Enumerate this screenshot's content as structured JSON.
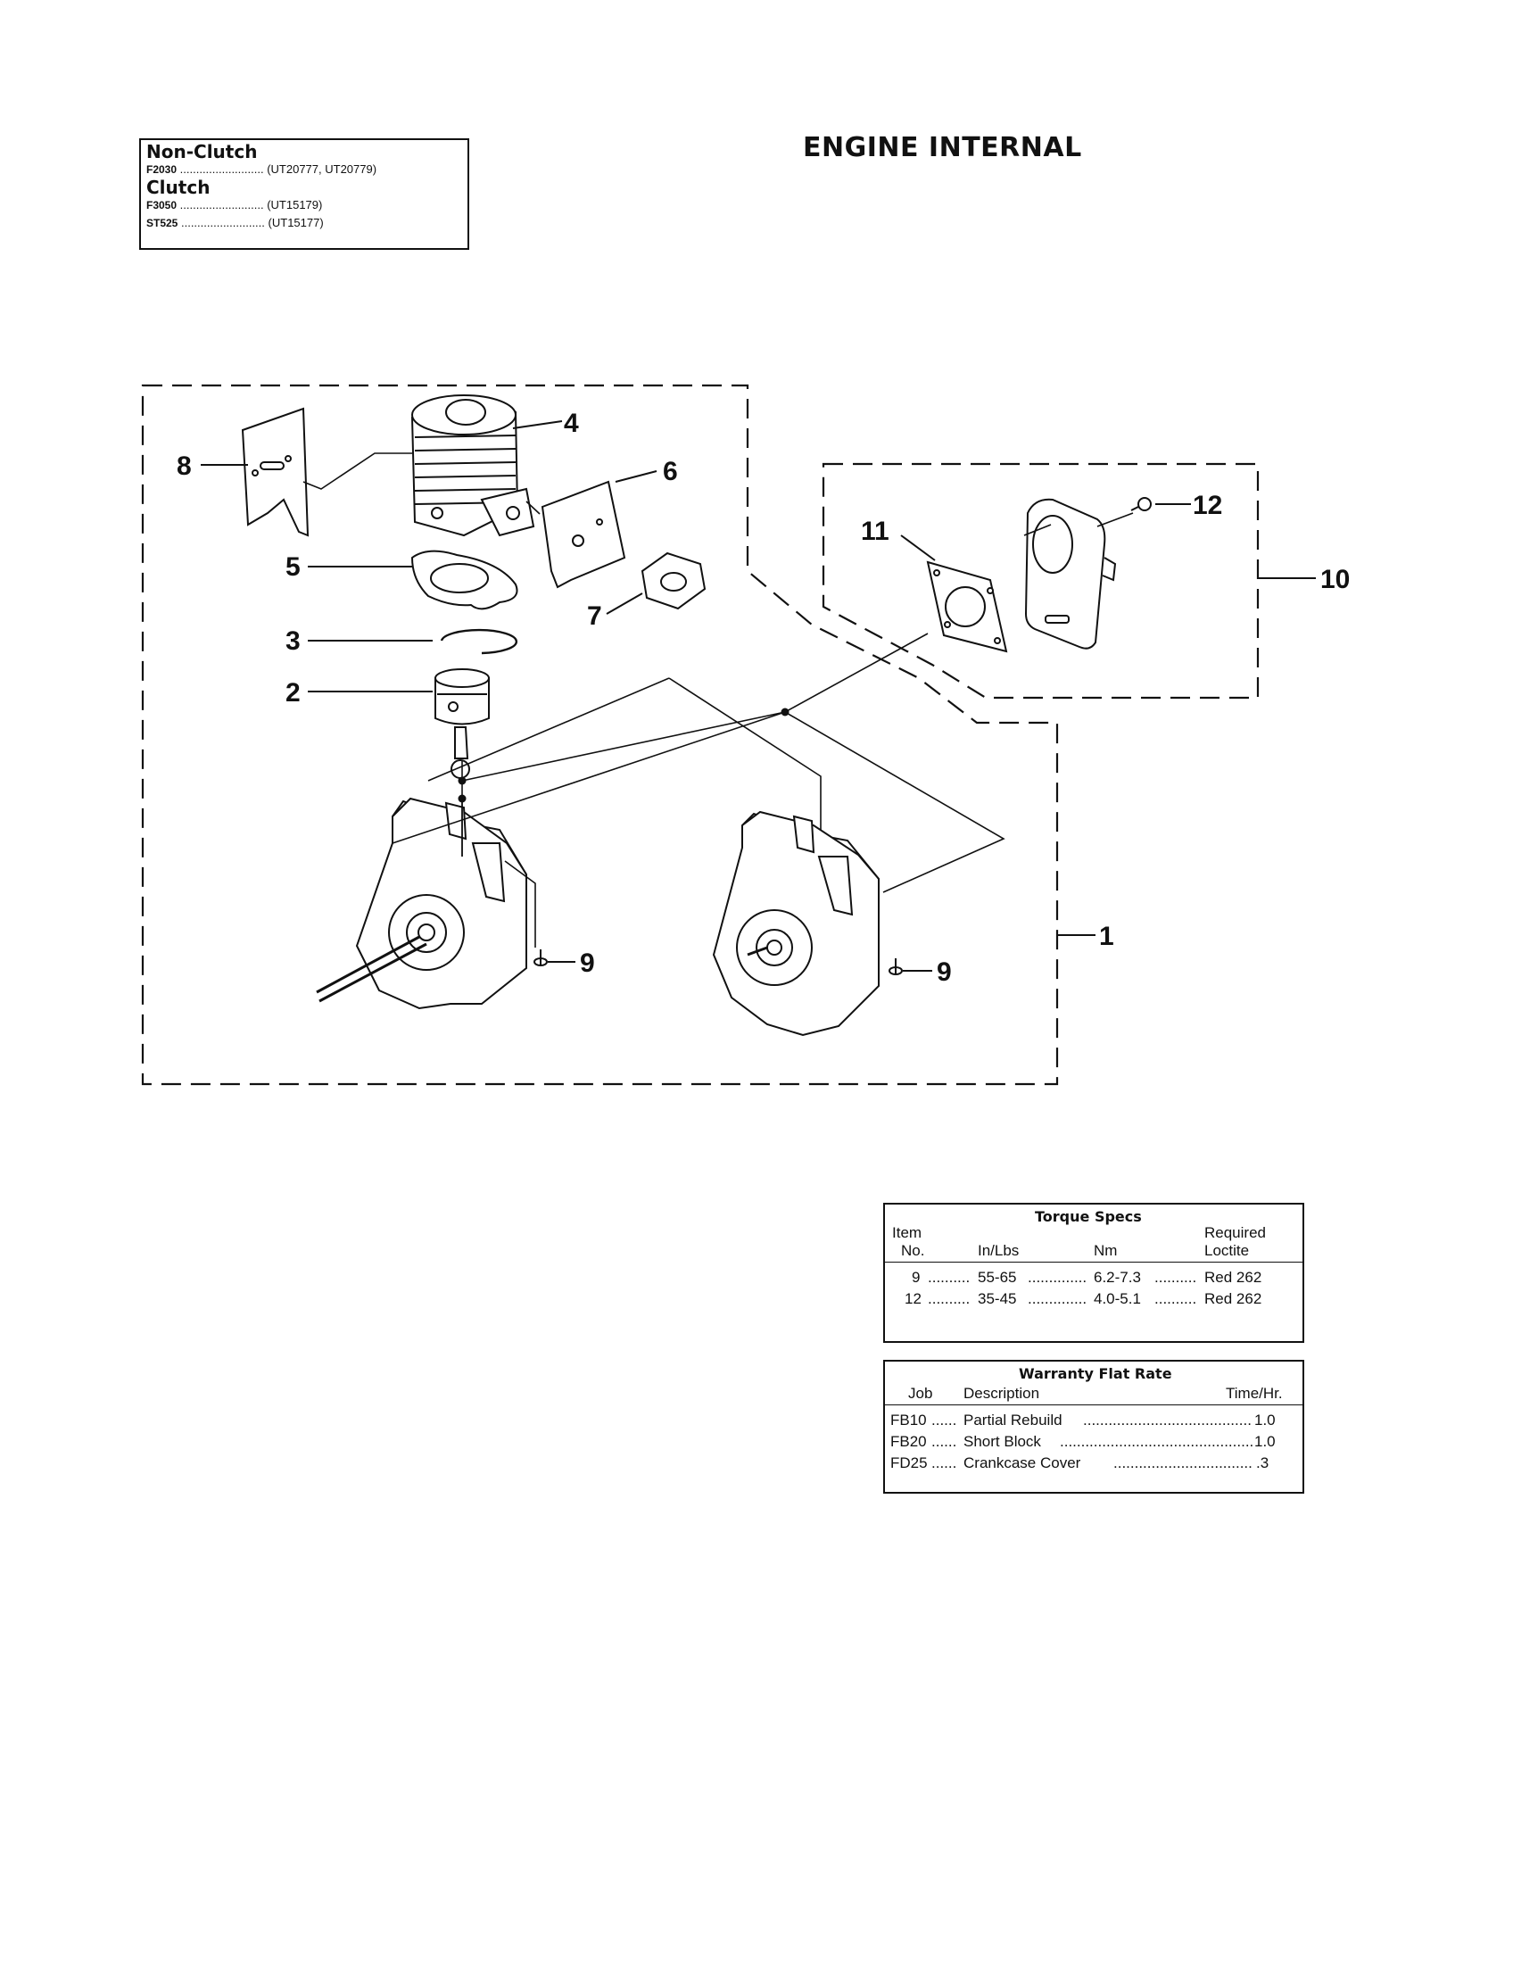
{
  "models": {
    "group1": {
      "label": "Non-Clutch",
      "items": [
        {
          "model": "F2030",
          "dots": "..........................",
          "codes": "(UT20777, UT20779)"
        }
      ]
    },
    "group2": {
      "label": "Clutch",
      "items": [
        {
          "model": "F3050",
          "dots": "..........................",
          "codes": "(UT15179)"
        },
        {
          "model": "ST525",
          "dots": "..........................",
          "codes": "(UT15177)"
        }
      ]
    }
  },
  "title": "ENGINE INTERNAL",
  "callouts": {
    "c1": "1",
    "c2": "2",
    "c3": "3",
    "c4": "4",
    "c5": "5",
    "c6": "6",
    "c7": "7",
    "c8": "8",
    "c9a": "9",
    "c9b": "9",
    "c10": "10",
    "c11": "11",
    "c12": "12"
  },
  "torque": {
    "title": "Torque Specs",
    "headers": {
      "item_top": "Item",
      "item_bottom": "No.",
      "inlbs": "In/Lbs",
      "nm": "Nm",
      "req_top": "Required",
      "req_bottom": "Loctite"
    },
    "rows": [
      {
        "item": "9",
        "inlbs": "55-65",
        "nm": "6.2-7.3",
        "loctite": "Red 262"
      },
      {
        "item": "12",
        "inlbs": "35-45",
        "nm": "4.0-5.1",
        "loctite": "Red 262"
      }
    ]
  },
  "warranty": {
    "title": "Warranty Flat Rate",
    "headers": {
      "job": "Job",
      "description": "Description",
      "time": "Time/Hr."
    },
    "rows": [
      {
        "job": "FB10",
        "description": "Partial Rebuild",
        "time": "1.0"
      },
      {
        "job": "FB20",
        "description": "Short Block",
        "time": "1.0"
      },
      {
        "job": "FD25",
        "description": "Crankcase Cover",
        "time": ".3"
      }
    ]
  }
}
